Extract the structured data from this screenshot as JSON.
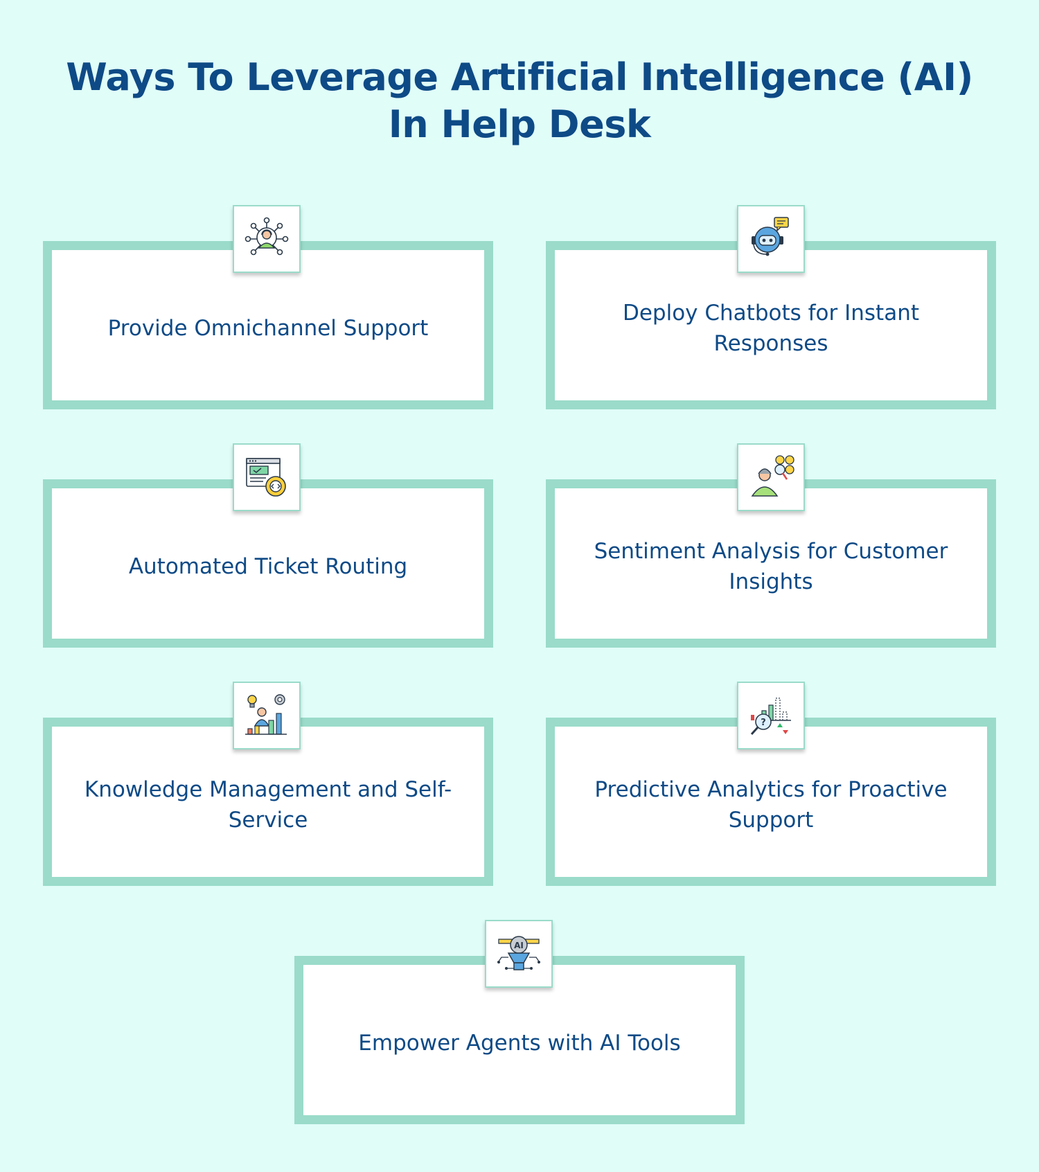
{
  "title": "Ways To Leverage Artificial Intelligence (AI) In Help Desk",
  "items": [
    {
      "label": "Provide Omnichannel Support",
      "icon": "omnichannel-support-icon"
    },
    {
      "label": "Deploy Chatbots for Instant Responses",
      "icon": "chatbot-icon"
    },
    {
      "label": "Automated Ticket Routing",
      "icon": "ticket-routing-icon"
    },
    {
      "label": "Sentiment Analysis for Customer Insights",
      "icon": "sentiment-analysis-icon"
    },
    {
      "label": "Knowledge Management and Self-Service",
      "icon": "knowledge-management-icon"
    },
    {
      "label": "Predictive Analytics for Proactive Support",
      "icon": "predictive-analytics-icon"
    },
    {
      "label": "Empower Agents with AI Tools",
      "icon": "ai-tools-icon"
    }
  ],
  "colors": {
    "background": "#e0fdf8",
    "border": "#9adbc9",
    "text": "#0e4a86"
  }
}
